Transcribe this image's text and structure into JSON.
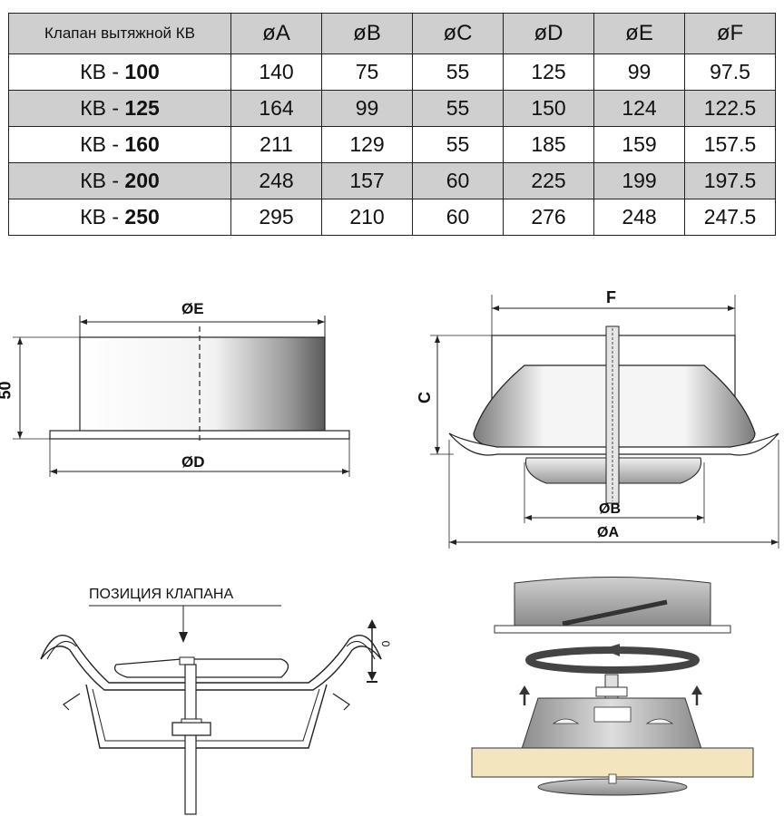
{
  "table": {
    "headers": [
      "Клапан вытяжной КВ",
      "øA",
      "øB",
      "øC",
      "øD",
      "øE",
      "øF"
    ],
    "rows": [
      {
        "prefix": "КВ - ",
        "size": "100",
        "values": [
          "140",
          "75",
          "55",
          "125",
          "99",
          "97.5"
        ]
      },
      {
        "prefix": "КВ - ",
        "size": "125",
        "values": [
          "164",
          "99",
          "55",
          "150",
          "124",
          "122.5"
        ]
      },
      {
        "prefix": "КВ - ",
        "size": "160",
        "values": [
          "211",
          "129",
          "55",
          "185",
          "159",
          "157.5"
        ]
      },
      {
        "prefix": "КВ - ",
        "size": "200",
        "values": [
          "248",
          "157",
          "60",
          "225",
          "199",
          "197.5"
        ]
      },
      {
        "prefix": "КВ - ",
        "size": "250",
        "values": [
          "295",
          "210",
          "60",
          "276",
          "248",
          "247.5"
        ]
      }
    ]
  },
  "side_view": {
    "dim_top": "ØE",
    "dim_bottom": "ØD",
    "dim_height": "50"
  },
  "front_view": {
    "dim_top": "F",
    "dim_left": "C",
    "dim_inner": "ØB",
    "dim_outer": "ØA"
  },
  "section_view": {
    "caption": "ПОЗИЦИЯ КЛАПАНА",
    "scale_zero": "0"
  },
  "colors": {
    "header_bg": "#cfcfcf",
    "shaded_row_bg": "#cfcfcf",
    "line": "#222222",
    "metal_light": "#eeeeee",
    "metal_dark": "#8a8a8a",
    "wall": "#f3e6bf"
  }
}
